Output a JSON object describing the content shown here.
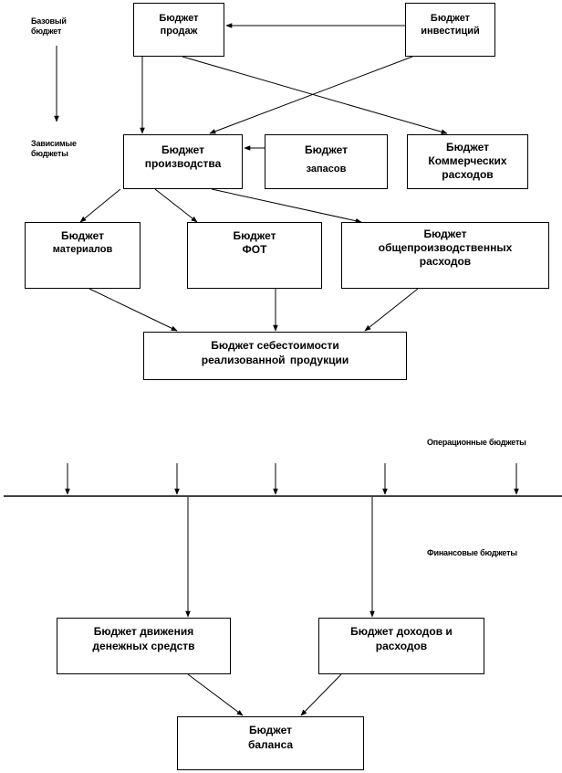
{
  "labels": {
    "base": [
      "Базовый",
      "бюджет"
    ],
    "dependent": [
      "Зависимые",
      "бюджеты"
    ],
    "operational": "Операционные бюджеты",
    "financial": "Финансовые бюджеты"
  },
  "boxes": {
    "sales": [
      "Бюджет",
      "продаж"
    ],
    "investment": [
      "Бюджет",
      "инвестиций"
    ],
    "production": [
      "Бюджет",
      "производства"
    ],
    "inventory": [
      "Бюджет",
      "запасов"
    ],
    "commercial": [
      "Бюджет",
      "Коммерческих",
      "расходов"
    ],
    "materials": [
      "Бюджет",
      "материалов"
    ],
    "payroll": [
      "Бюджет",
      "ФОТ"
    ],
    "overhead": [
      "Бюджет",
      "общепроизводственных",
      "расходов"
    ],
    "cost": [
      "Бюджет себестоимости",
      "реализованной продукции"
    ],
    "cashflow": [
      "Бюджет движения",
      "денежных средств"
    ],
    "income": [
      "Бюджет доходов и",
      "расходов"
    ],
    "balance": [
      "Бюджет",
      "баланса"
    ]
  }
}
